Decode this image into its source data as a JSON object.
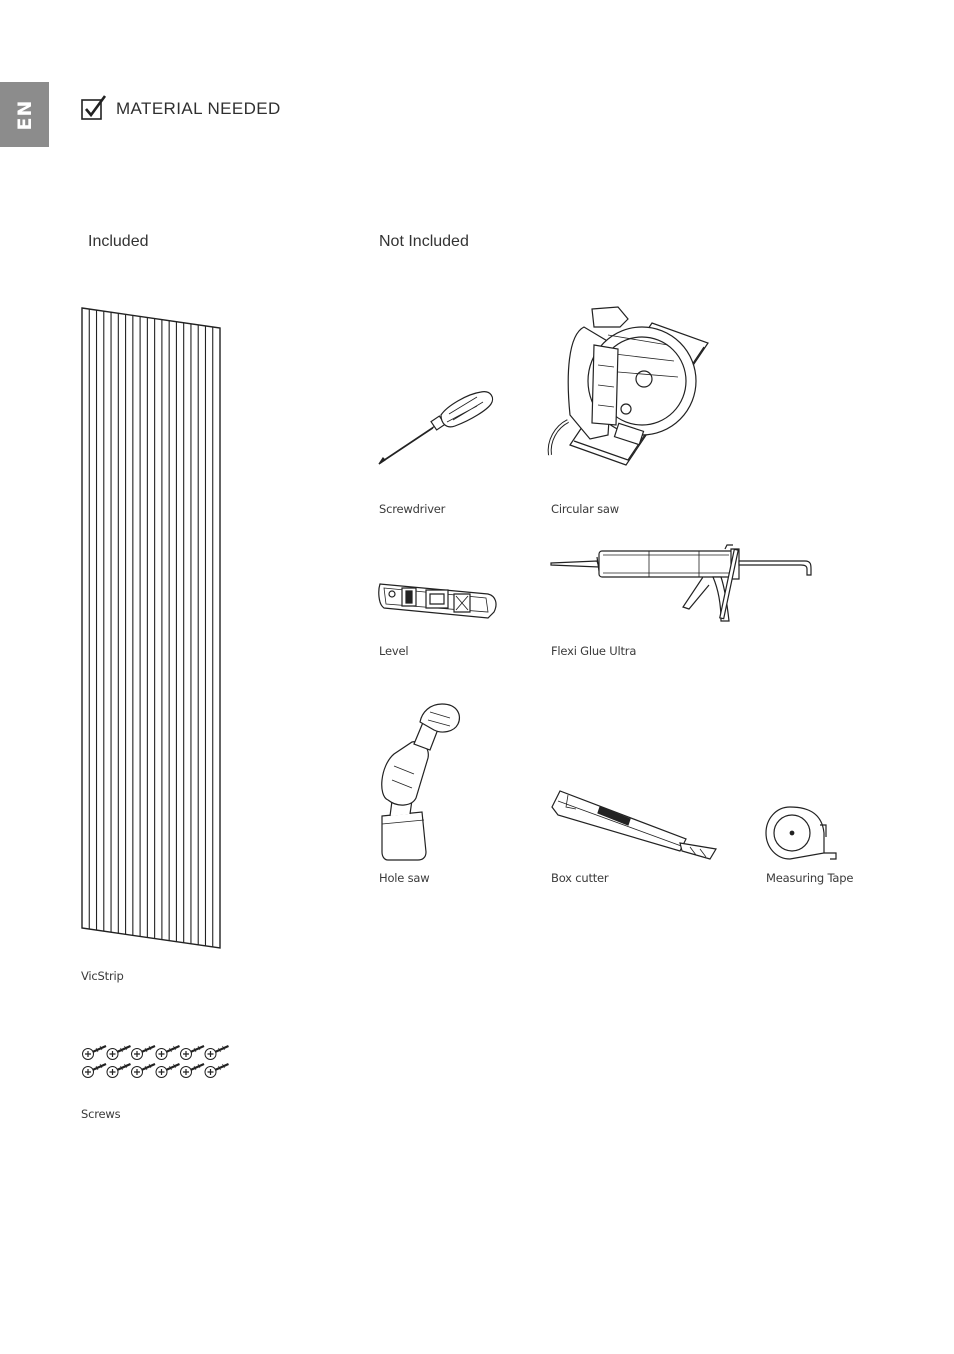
{
  "language_tab": "EN",
  "header": {
    "title": "MATERIAL NEEDED",
    "icon": "checkbox-checked-icon"
  },
  "included": {
    "heading": "Included",
    "items": [
      {
        "label": "VicStrip",
        "icon": "acoustic-panel-icon"
      },
      {
        "label": "Screws",
        "icon": "screws-icon"
      }
    ]
  },
  "not_included": {
    "heading": "Not Included",
    "items": [
      {
        "label": "Screwdriver",
        "icon": "screwdriver-icon"
      },
      {
        "label": "Circular saw",
        "icon": "circular-saw-icon"
      },
      {
        "label": "Level",
        "icon": "spirit-level-icon"
      },
      {
        "label": "Flexi Glue Ultra",
        "icon": "caulking-gun-icon"
      },
      {
        "label": "Hole saw",
        "icon": "hole-saw-drill-icon"
      },
      {
        "label": "Box cutter",
        "icon": "box-cutter-icon"
      },
      {
        "label": "Measuring Tape",
        "icon": "measuring-tape-icon"
      }
    ]
  },
  "colors": {
    "tab_background": "#8c8c8c",
    "line_art": "#222222",
    "text": "#2a2a2a"
  }
}
